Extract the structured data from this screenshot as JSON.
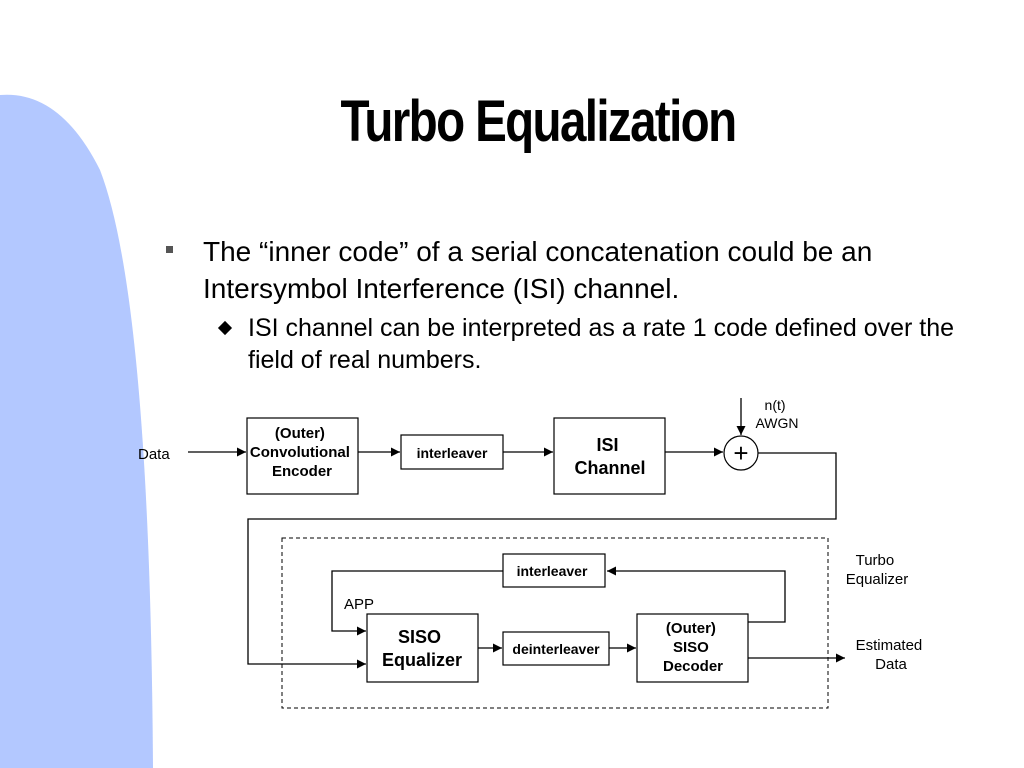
{
  "slide": {
    "title": "Turbo Equalization",
    "bullet1": "The “inner code” of a serial concatenation could be an Intersymbol Interference (ISI) channel.",
    "bullet2": "ISI channel can be interpreted as a rate 1 code defined over the field of real numbers.",
    "colors": {
      "side_shape": "#b3c8ff",
      "text": "#000000",
      "bullet_marker": "#555555"
    }
  },
  "diagram": {
    "data_in": "Data",
    "encoder": [
      "(Outer)",
      "Convolutional",
      "Encoder"
    ],
    "interleaver_top": "interleaver",
    "isi_channel": [
      "ISI",
      "Channel"
    ],
    "noise": [
      "n(t)",
      "AWGN"
    ],
    "adder_symbol": "+",
    "turbo_label": [
      "Turbo",
      "Equalizer"
    ],
    "interleaver_feedback": "interleaver",
    "app": "APP",
    "siso_equalizer": [
      "SISO",
      "Equalizer"
    ],
    "deinterleaver": "deinterleaver",
    "siso_decoder": [
      "(Outer)",
      "SISO",
      "Decoder"
    ],
    "estimated": [
      "Estimated",
      "Data"
    ]
  }
}
